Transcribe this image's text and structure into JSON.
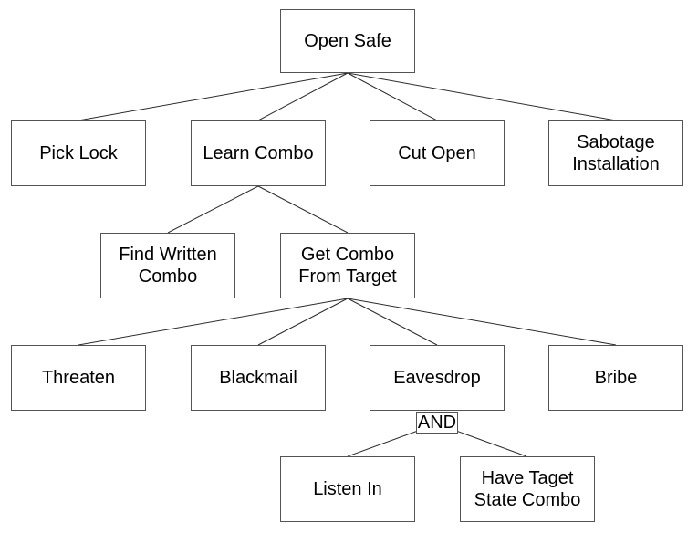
{
  "diagram": {
    "type": "attack-tree",
    "nodes": {
      "open_safe": {
        "label": "Open Safe"
      },
      "pick_lock": {
        "label": "Pick Lock"
      },
      "learn_combo": {
        "label": "Learn Combo"
      },
      "cut_open": {
        "label": "Cut Open"
      },
      "sabotage_installation": {
        "label": "Sabotage\nInstallation"
      },
      "find_written_combo": {
        "label": "Find Written\nCombo"
      },
      "get_combo_from_target": {
        "label": "Get Combo\nFrom Target"
      },
      "threaten": {
        "label": "Threaten"
      },
      "blackmail": {
        "label": "Blackmail"
      },
      "eavesdrop": {
        "label": "Eavesdrop"
      },
      "bribe": {
        "label": "Bribe"
      },
      "and_gate": {
        "label": "AND"
      },
      "listen_in": {
        "label": "Listen In"
      },
      "have_taget_state_combo": {
        "label": "Have Taget\nState Combo"
      }
    },
    "edges": [
      {
        "from": "open_safe",
        "to": "pick_lock"
      },
      {
        "from": "open_safe",
        "to": "learn_combo"
      },
      {
        "from": "open_safe",
        "to": "cut_open"
      },
      {
        "from": "open_safe",
        "to": "sabotage_installation"
      },
      {
        "from": "learn_combo",
        "to": "find_written_combo"
      },
      {
        "from": "learn_combo",
        "to": "get_combo_from_target"
      },
      {
        "from": "get_combo_from_target",
        "to": "threaten"
      },
      {
        "from": "get_combo_from_target",
        "to": "blackmail"
      },
      {
        "from": "get_combo_from_target",
        "to": "eavesdrop"
      },
      {
        "from": "get_combo_from_target",
        "to": "bribe"
      },
      {
        "from": "eavesdrop",
        "to": "listen_in",
        "gate": "AND"
      },
      {
        "from": "eavesdrop",
        "to": "have_taget_state_combo",
        "gate": "AND"
      }
    ]
  },
  "colors": {
    "background": "#ffffff",
    "box_border": "#545454",
    "connector": "#2b2b2b",
    "text": "#000000"
  }
}
